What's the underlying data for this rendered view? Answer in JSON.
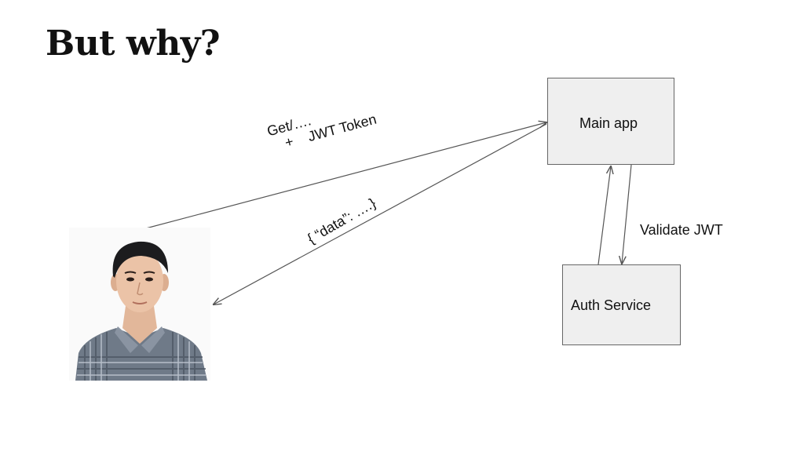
{
  "slide": {
    "title": "But why?"
  },
  "diagram": {
    "main_app_label": "Main app",
    "auth_service_label": "Auth Service",
    "validate_label": "Validate JWT",
    "request_line1": "Get/….",
    "request_line2": "+    JWT Token",
    "response_label": "{ “data”: ….}"
  },
  "colors": {
    "box_fill": "#efefef",
    "box_border": "#666666",
    "arrow": "#555555"
  }
}
